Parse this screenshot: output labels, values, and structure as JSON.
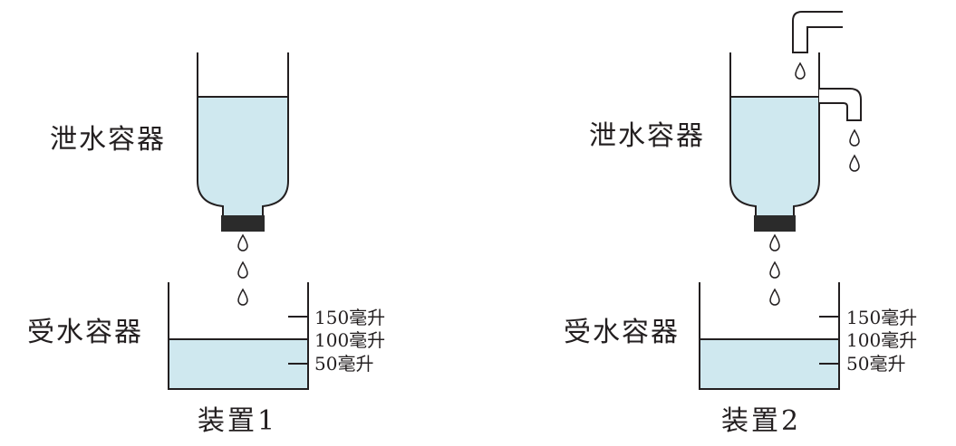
{
  "colors": {
    "water": "#cfe8ef",
    "outline": "#231f20",
    "stopper": "#2b2b2b"
  },
  "apparatus": [
    {
      "id": "device-1",
      "caption": "装置1",
      "drain_label": "泄水容器",
      "receiver_label": "受水容器",
      "scale_marks": [
        "150毫升",
        "100毫升",
        "50毫升"
      ],
      "has_inflow_pipes": false
    },
    {
      "id": "device-2",
      "caption": "装置2",
      "drain_label": "泄水容器",
      "receiver_label": "受水容器",
      "scale_marks": [
        "150毫升",
        "100毫升",
        "50毫升"
      ],
      "has_inflow_pipes": true
    }
  ]
}
